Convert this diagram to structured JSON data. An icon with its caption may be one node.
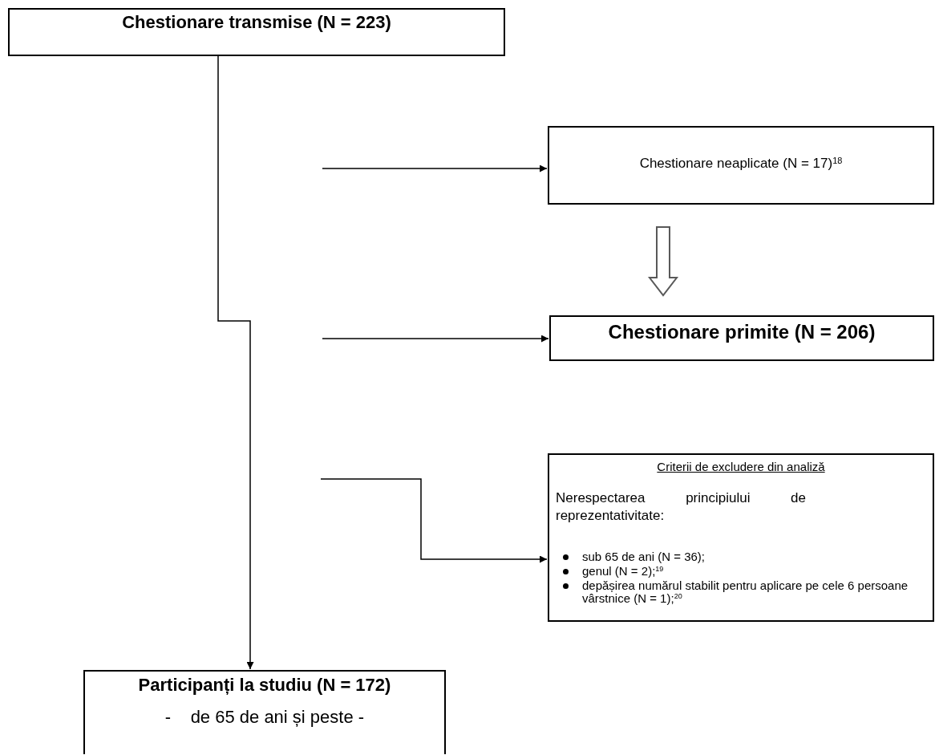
{
  "diagram": {
    "nodes": [
      {
        "text": [
          "Chestionare transmise (N = 223)"
        ]
      },
      {
        "text": [
          "Chestionare neaplicate (N = 17)$^{18}$"
        ]
      },
      {
        "text": [
          "Chestionare primite (N = 206)"
        ]
      },
      {
        "text": [
          "Criterii de excludere din analiză",
          "Nerespectarea principiului de reprezentativitate:",
          "sub 65 de ani (N = 36);",
          "genul (N = 2);$^{19}$",
          "depășirea numărul stabilit pentru aplicare pe cele 6 persoane vârstnice (N = 1);$^{20}$"
        ]
      },
      {
        "text": [
          "Participanți la studiu (N = 172)",
          "-    de 65 de ani și peste -"
        ]
      }
    ],
    "edges": [
      {
        "from": 0,
        "to": 4,
        "arrow": "to"
      },
      {
        "from": null,
        "to": 1,
        "arrow": "to"
      },
      {
        "from": null,
        "to": 2,
        "arrow": "to"
      },
      {
        "from": null,
        "to": 3,
        "arrow": "to"
      },
      {
        "from": 1,
        "to": 2,
        "arrow": "to",
        "style": "thick",
        "color": "#595959"
      }
    ]
  }
}
